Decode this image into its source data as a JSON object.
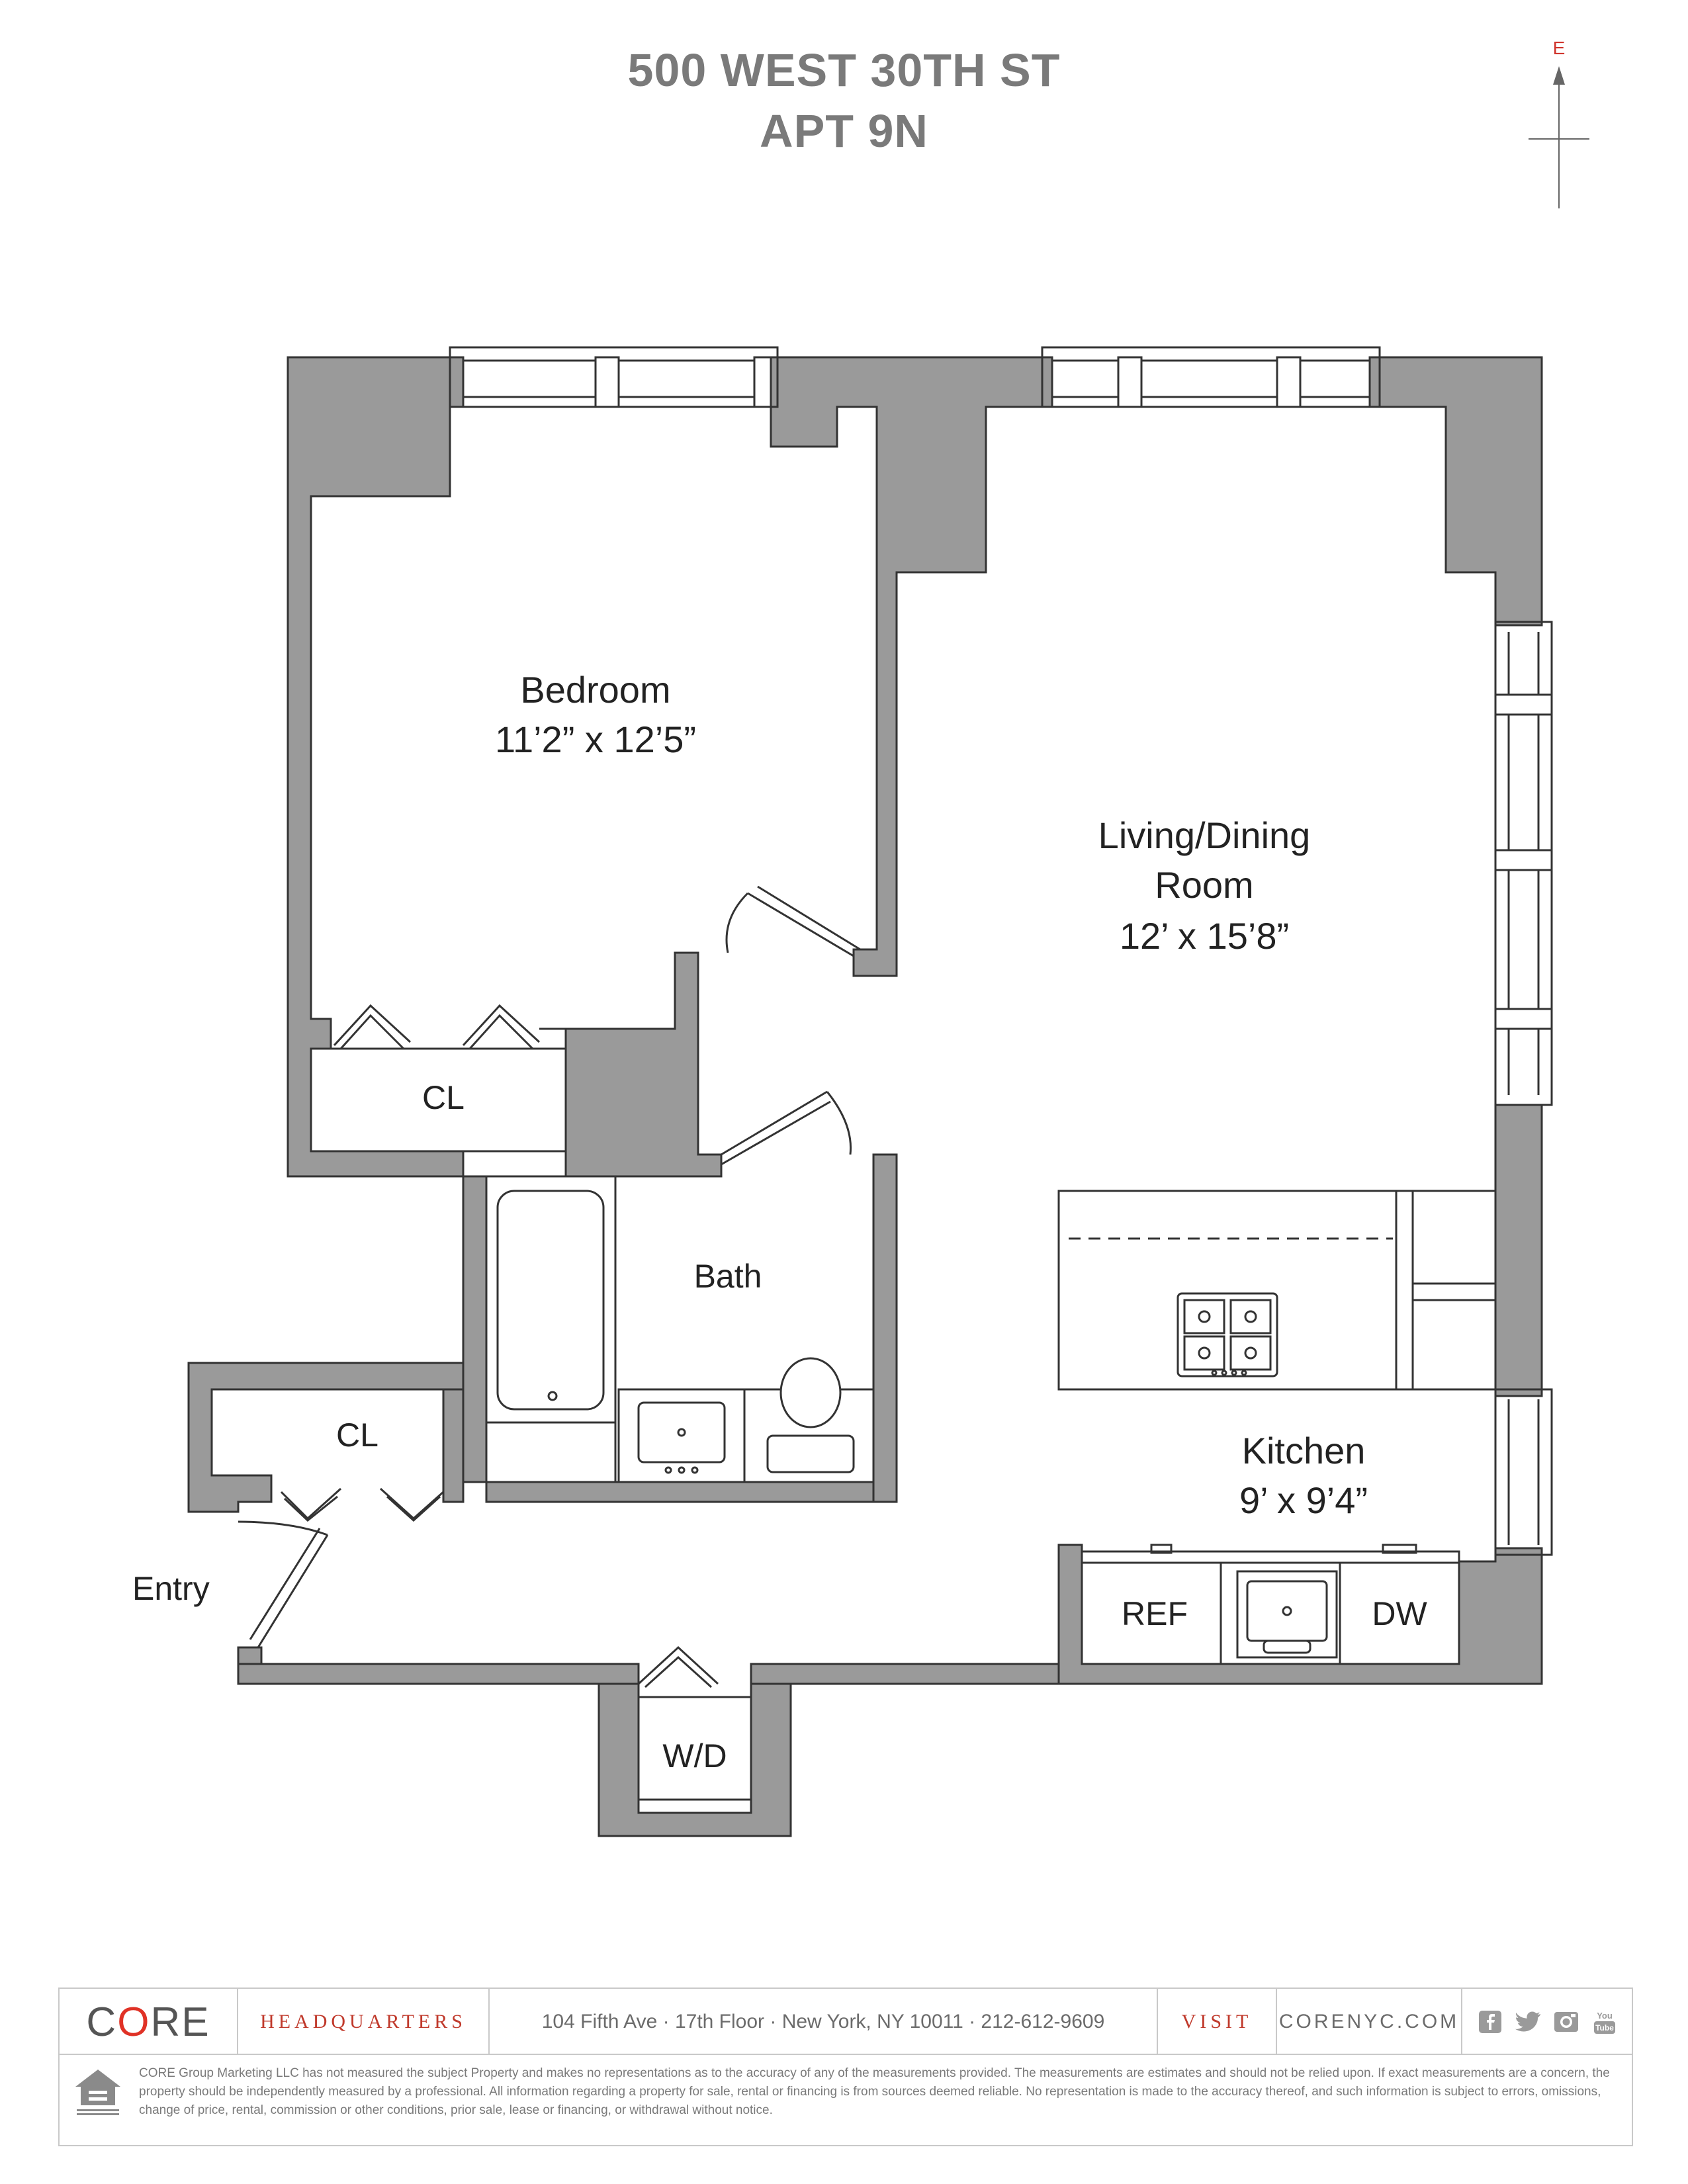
{
  "header": {
    "address": "500 WEST 30TH ST",
    "unit": "APT 9N"
  },
  "compass": {
    "direction": "E",
    "color": "#d0342c"
  },
  "rooms": {
    "bedroom": {
      "name": "Bedroom",
      "dims": "11’2” x 12’5”"
    },
    "living": {
      "name_line1": "Living/Dining",
      "name_line2": "Room",
      "dims": "12’ x 15’8”"
    },
    "bath": {
      "name": "Bath"
    },
    "kitchen": {
      "name": "Kitchen",
      "dims": "9’ x 9’4”"
    },
    "closet_bedroom": "CL",
    "closet_entry": "CL",
    "entry": "Entry",
    "washer_dryer": "W/D",
    "ref": "REF",
    "dw": "DW"
  },
  "colors": {
    "wall": "#9a9a9a",
    "line": "#3a3a3a",
    "brand_red": "#c0392b"
  },
  "footer": {
    "logo_pre": "C",
    "logo_o": "O",
    "logo_post": "RE",
    "headquarters": "HEADQUARTERS",
    "address": "104 Fifth Ave · 17th Floor · New York, NY 10011 · 212-612-9609",
    "visit": "VISIT",
    "website": "CORENYC.COM",
    "social_icons": [
      "facebook-icon",
      "twitter-icon",
      "instagram-icon",
      "youtube-icon"
    ],
    "disclaimer": "CORE Group Marketing LLC has not measured the subject Property and makes no representations as to the accuracy of any of the measurements provided. The measurements are estimates and should not be relied upon. If exact measurements are a concern, the property should be independently measured by a professional. All information regarding a property for sale, rental or financing is from sources deemed reliable. No representation is made to the accuracy thereof, and such information is subject to errors, omissions, change of price, rental, commission or other conditions, prior sale, lease or financing, or withdrawal without notice."
  }
}
